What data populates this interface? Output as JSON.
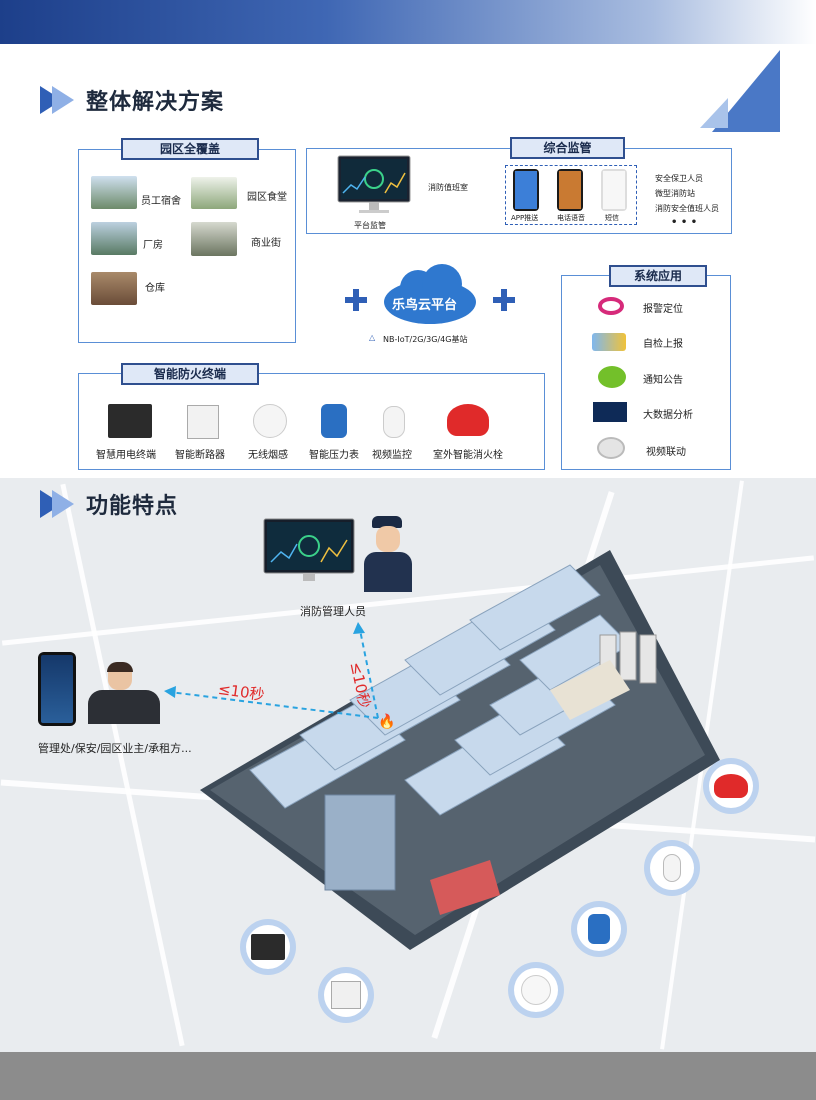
{
  "section1": {
    "title": "整体解决方案"
  },
  "section2": {
    "title": "功能特点"
  },
  "campus_coverage": {
    "title": "园区全覆盖",
    "items": [
      "员工宿舍",
      "园区食堂",
      "厂房",
      "商业街",
      "仓库"
    ]
  },
  "monitoring": {
    "title": "综合监管",
    "platform_label": "平台监管",
    "duty_room": "消防值班室",
    "phones": [
      "APP推送",
      "电话语音",
      "短信"
    ],
    "roles": [
      "安全保卫人员",
      "微型消防站",
      "消防安全值班人员"
    ],
    "more": "• • •"
  },
  "cloud": {
    "name": "乐鸟云平台",
    "network": "NB-IoT/2G/3G/4G基站"
  },
  "system_apps": {
    "title": "系统应用",
    "items": [
      "报警定位",
      "自检上报",
      "通知公告",
      "大数据分析",
      "视频联动"
    ]
  },
  "terminals": {
    "title": "智能防火终端",
    "items": [
      "智慧用电终端",
      "智能断路器",
      "无线烟感",
      "智能压力表",
      "视频监控",
      "室外智能消火栓"
    ]
  },
  "features": {
    "manager": "消防管理人员",
    "recipients": "管理处/保安/园区业主/承租方...",
    "time_left": "≤10秒",
    "time_up": "≤10秒"
  },
  "colors": {
    "accent": "#2f5fb6",
    "box_border": "#5a8fd6",
    "alert_red": "#e02a2a"
  }
}
